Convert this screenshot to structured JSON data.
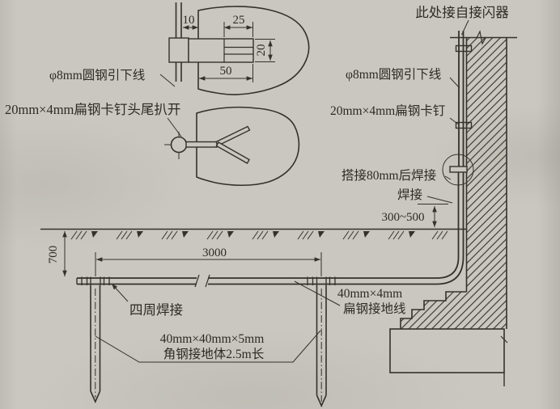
{
  "colors": {
    "paper": "#cac7c0",
    "ink": "#34312c"
  },
  "callouts": {
    "air_terminal": "此处接自接闪器",
    "down_conductor_left": "φ8mm圆钢引下线",
    "clip_spread": "20mm×4mm扁钢卡钉头尾扒开",
    "down_conductor_right": "φ8mm圆钢引下线",
    "clip_right": "20mm×4mm扁钢卡钉",
    "lap_weld": "搭接80mm后焊接",
    "weld": "焊接",
    "weld_all_around": "四周焊接",
    "ground_strip_size": "40mm×4mm",
    "ground_strip_name": "扁钢接地线",
    "electrode_size": "40mm×40mm×5mm",
    "electrode_name": "角钢接地体2.5m长"
  },
  "dimensions": {
    "clip_offset": "10",
    "embed_width": "25",
    "embed_height": "20",
    "embed_total": "50",
    "burial_depth": "700",
    "electrode_spacing": "3000",
    "joint_height": "300~500"
  }
}
